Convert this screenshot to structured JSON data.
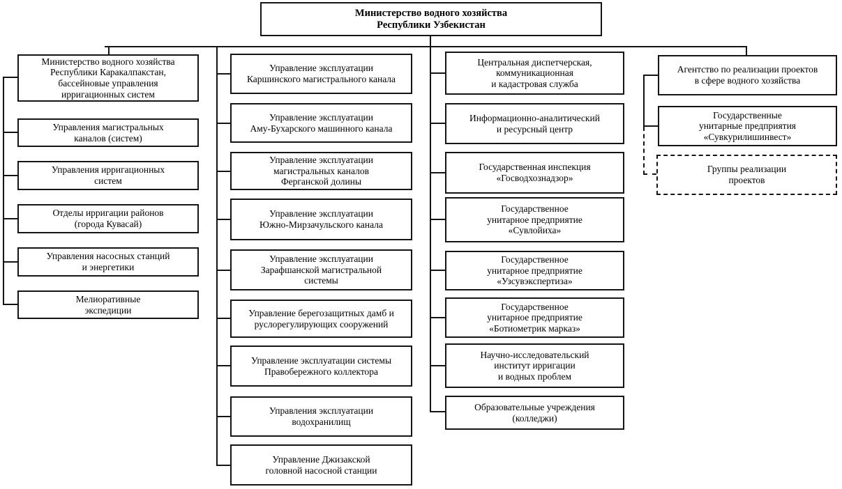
{
  "root_box": {
    "label": "Министерство водного хозяйства\nРеспублики Узбекистан"
  },
  "columns": {
    "left": {
      "items": [
        "Министерство водного хозяйства\nРеспублики Каракалпакстан,\nбассейновые управления\nирригационных систем",
        "Управления магистральных\nканалов (систем)",
        "Управления ирригационных\nсистем",
        "Отделы ирригации районов\n(города Кувасай)",
        "Управления насосных станций\nи энергетики",
        "Мелиоративные\nэкспедиции"
      ]
    },
    "canal_departments": {
      "items": [
        "Управление эксплуатации\nКаршинского магистрального канала",
        "Управление эксплуатации\nАму-Бухарского машинного канала",
        "Управление эксплуатации\nмагистральных каналов\nФерганской долины",
        "Управление эксплуатации\nЮжно-Мирзачульского канала",
        "Управление эксплуатации\nЗарафшанской магистральной\nсистемы",
        "Управление берегозащитных дамб и\nруслорегулирующих сооружений",
        "Управление эксплуатации системы\nПравобережного коллектора",
        "Управления эксплуатации\nводохранилищ",
        "Управление Джизакской\nголовной насосной станции"
      ]
    },
    "services": {
      "items": [
        "Центральная диспетчерская,\nкоммуникационная\nи кадастровая служба",
        "Информационно-аналитический\nи ресурсный центр",
        "Государственная инспекция\n«Госводхознадзор»",
        "Государственное\nунитарное предприятие\n«Сувлойиха»",
        "Государственное\nунитарное предприятие\n«Узсувэкспертиза»",
        "Государственное\nунитарное предприятие\n«Ботиометрик марказ»",
        "Научно-исследовательский\nинститут ирригации\nи водных проблем",
        "Образовательные учреждения\n(колледжи)"
      ]
    },
    "agency": {
      "items": [
        "Агентство по реализации проектов\nв сфере водного хозяйства",
        "Государственные\nунитарные предприятия\n«Сувкурилишинвест»",
        "Группы реализации\nпроектов"
      ]
    }
  },
  "colors": {
    "background": "#ffffff",
    "line": "#141414",
    "text": "#000000"
  }
}
